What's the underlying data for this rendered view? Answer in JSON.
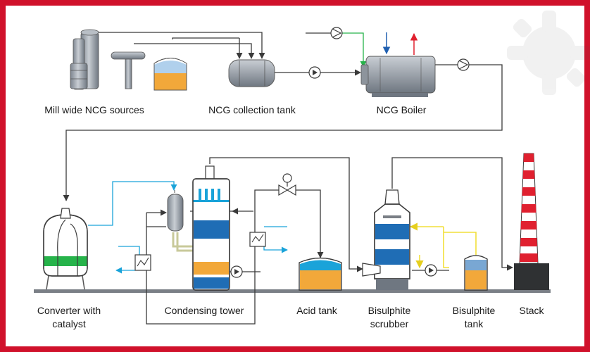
{
  "colors": {
    "border": "#d0112b",
    "line": "#3a3a3a",
    "cyan": "#1aa3d9",
    "green": "#26b34a",
    "yellow": "#f2df3a",
    "blue_band": "#1f6db5",
    "orange_liquid": "#f2a83a",
    "stack_red": "#e0202f",
    "equipment_gray": "#9aa1aa"
  },
  "labels": {
    "mill_sources": "Mill wide NCG sources",
    "collection_tank": "NCG collection tank",
    "boiler": "NCG Boiler",
    "converter_line1": "Converter with",
    "converter_line2": "catalyst",
    "condensing_tower": "Condensing tower",
    "acid_tank": "Acid tank",
    "scrubber_line1": "Bisulphite",
    "scrubber_line2": "scrubber",
    "bisulphite_tank_line1": "Bisulphite",
    "bisulphite_tank_line2": "tank",
    "stack": "Stack"
  }
}
